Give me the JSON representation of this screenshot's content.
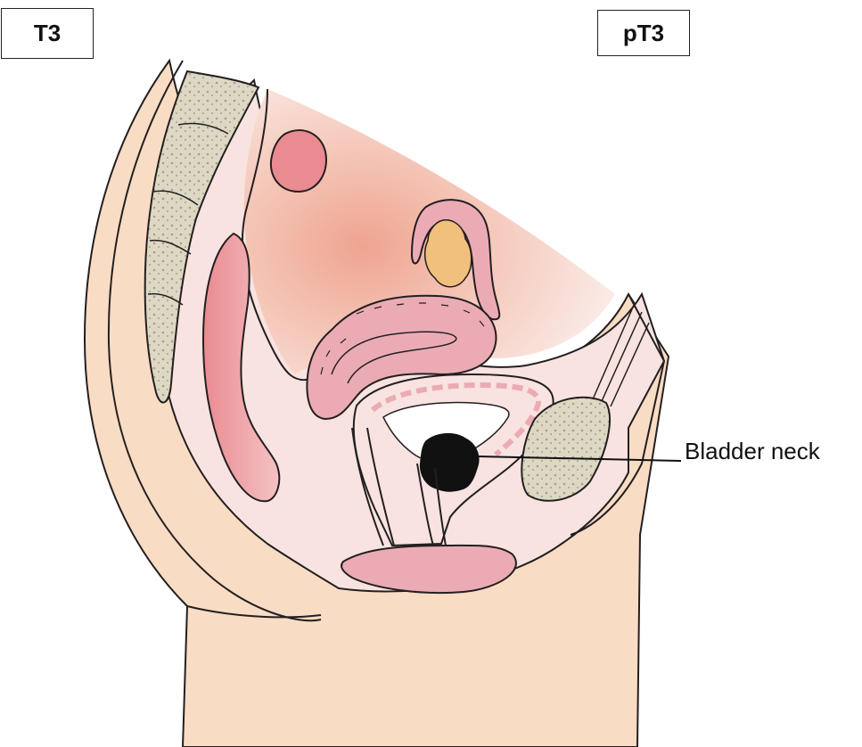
{
  "labels": {
    "clinical_stage": "T3",
    "pathologic_stage": "pT3",
    "callout": "Bladder neck"
  },
  "colors": {
    "skin": "#f9dcc4",
    "tissue": "#f8e3e1",
    "pelvic_cavity": "#f2b9a6",
    "rectum": "#e98b91",
    "bone": "#ddd8c4",
    "uterus": "#ebabb5",
    "ovary": "#f1c07c",
    "tumor": "#111111",
    "outline": "#231f20"
  }
}
